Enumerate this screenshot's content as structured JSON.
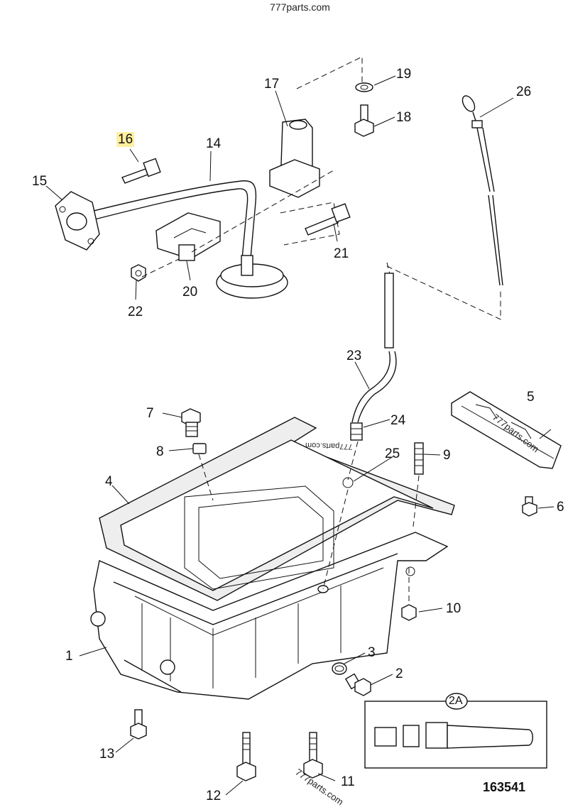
{
  "watermarks": {
    "top": "777parts.com",
    "right": "777parts.com",
    "center": "777parts.com",
    "bottom": "777parts.com"
  },
  "callouts": {
    "c1": "1",
    "c2": "2",
    "c2a": "2A",
    "c3": "3",
    "c4": "4",
    "c5": "5",
    "c6": "6",
    "c7": "7",
    "c8": "8",
    "c9": "9",
    "c10": "10",
    "c11": "11",
    "c12": "12",
    "c13": "13",
    "c14": "14",
    "c15": "15",
    "c16": "16",
    "c17": "17",
    "c18": "18",
    "c19": "19",
    "c20": "20",
    "c21": "21",
    "c22": "22",
    "c23": "23",
    "c24": "24",
    "c25": "25",
    "c26": "26"
  },
  "highlighted_callout": "16",
  "highlight_color": "#fff0a0",
  "drawing_number": "163541"
}
